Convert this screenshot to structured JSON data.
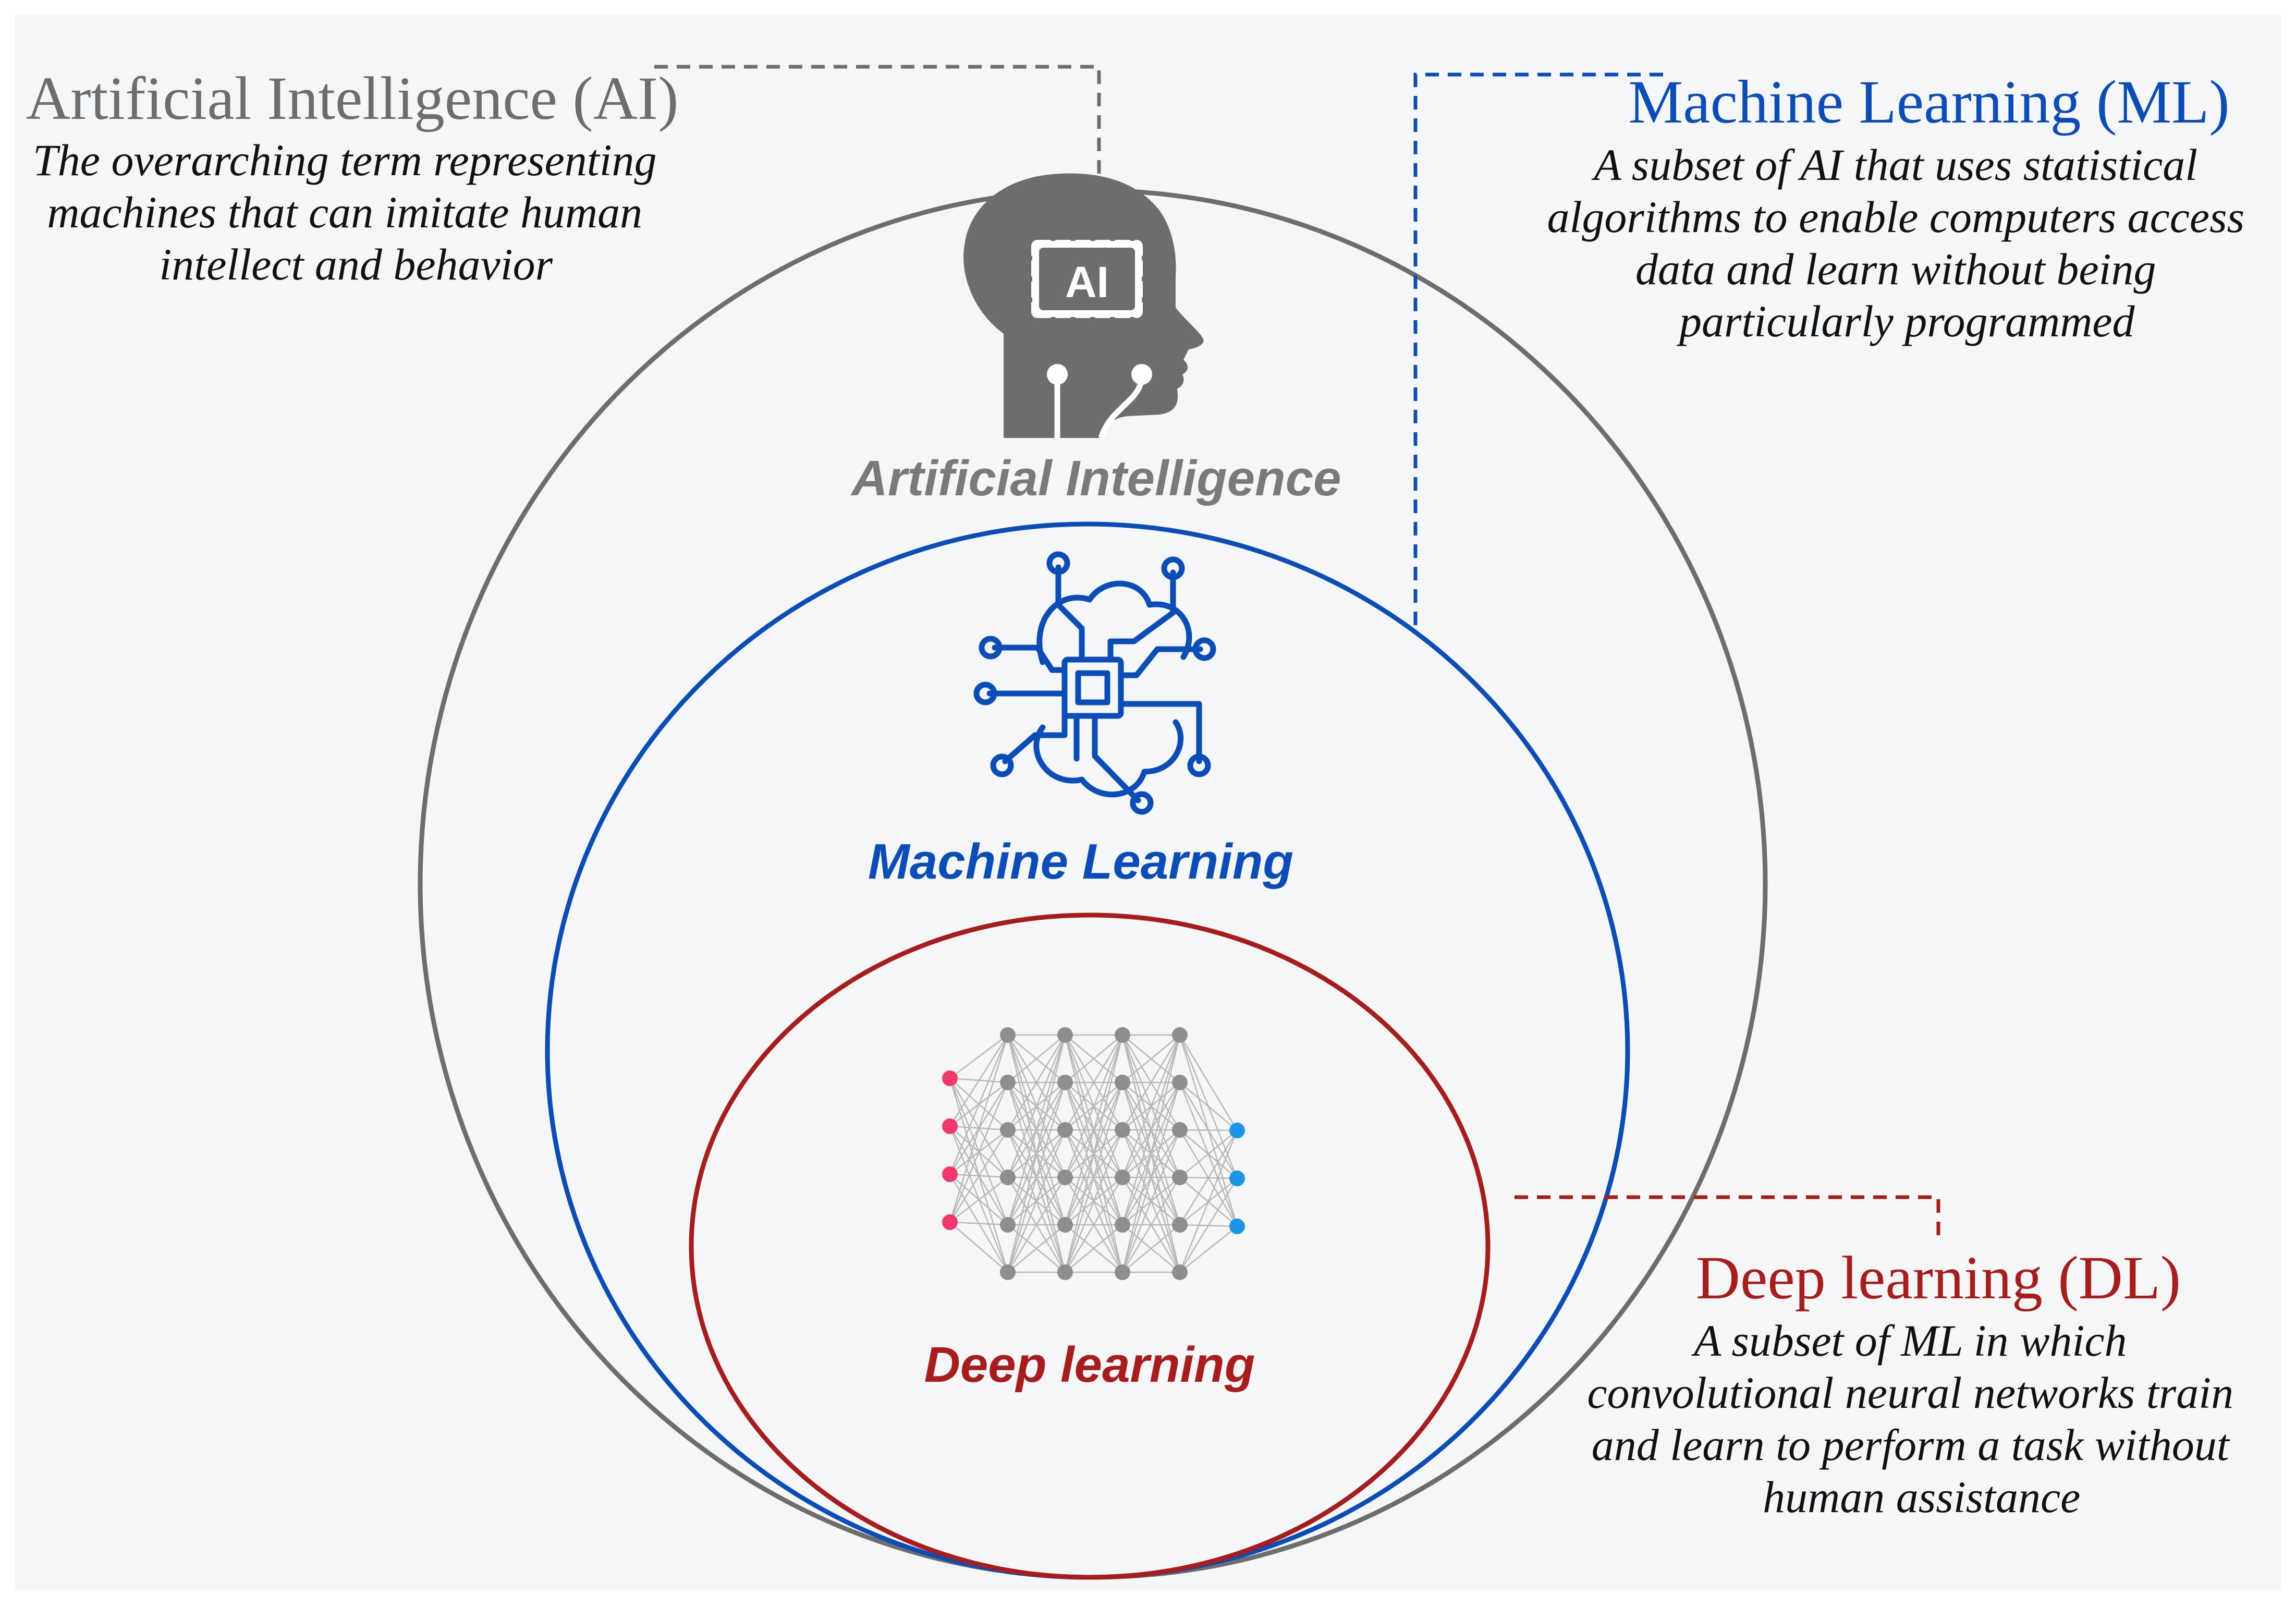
{
  "colors": {
    "background": "#f5f6f8",
    "ai": "#6d6d6d",
    "ml": "#0a4db8",
    "dl": "#a81c1c",
    "description": "#111111",
    "node_gray": "#8e8e8e",
    "node_pink": "#f0386b",
    "node_blue": "#1b95e6"
  },
  "ai": {
    "title": "Artificial Intelligence (AI)",
    "description": [
      "The overarching term representing",
      "machines that can imitate human",
      "intellect and behavior"
    ],
    "circle_label": "Artificial Intelligence",
    "icon_text": "AI",
    "icon": "ai-head-chip-icon"
  },
  "ml": {
    "title": "Machine Learning (ML)",
    "description": [
      "A subset of AI that uses statistical",
      "algorithms to enable computers access",
      "data and learn without being",
      "particularly programmed"
    ],
    "circle_label": "Machine Learning",
    "icon": "brain-circuit-icon"
  },
  "dl": {
    "title": "Deep learning (DL)",
    "description": [
      "A subset of ML in which",
      "convolutional neural networks train",
      "and learn to perform a task without",
      "human assistance"
    ],
    "circle_label": "Deep learning",
    "icon": "neural-network-icon"
  }
}
